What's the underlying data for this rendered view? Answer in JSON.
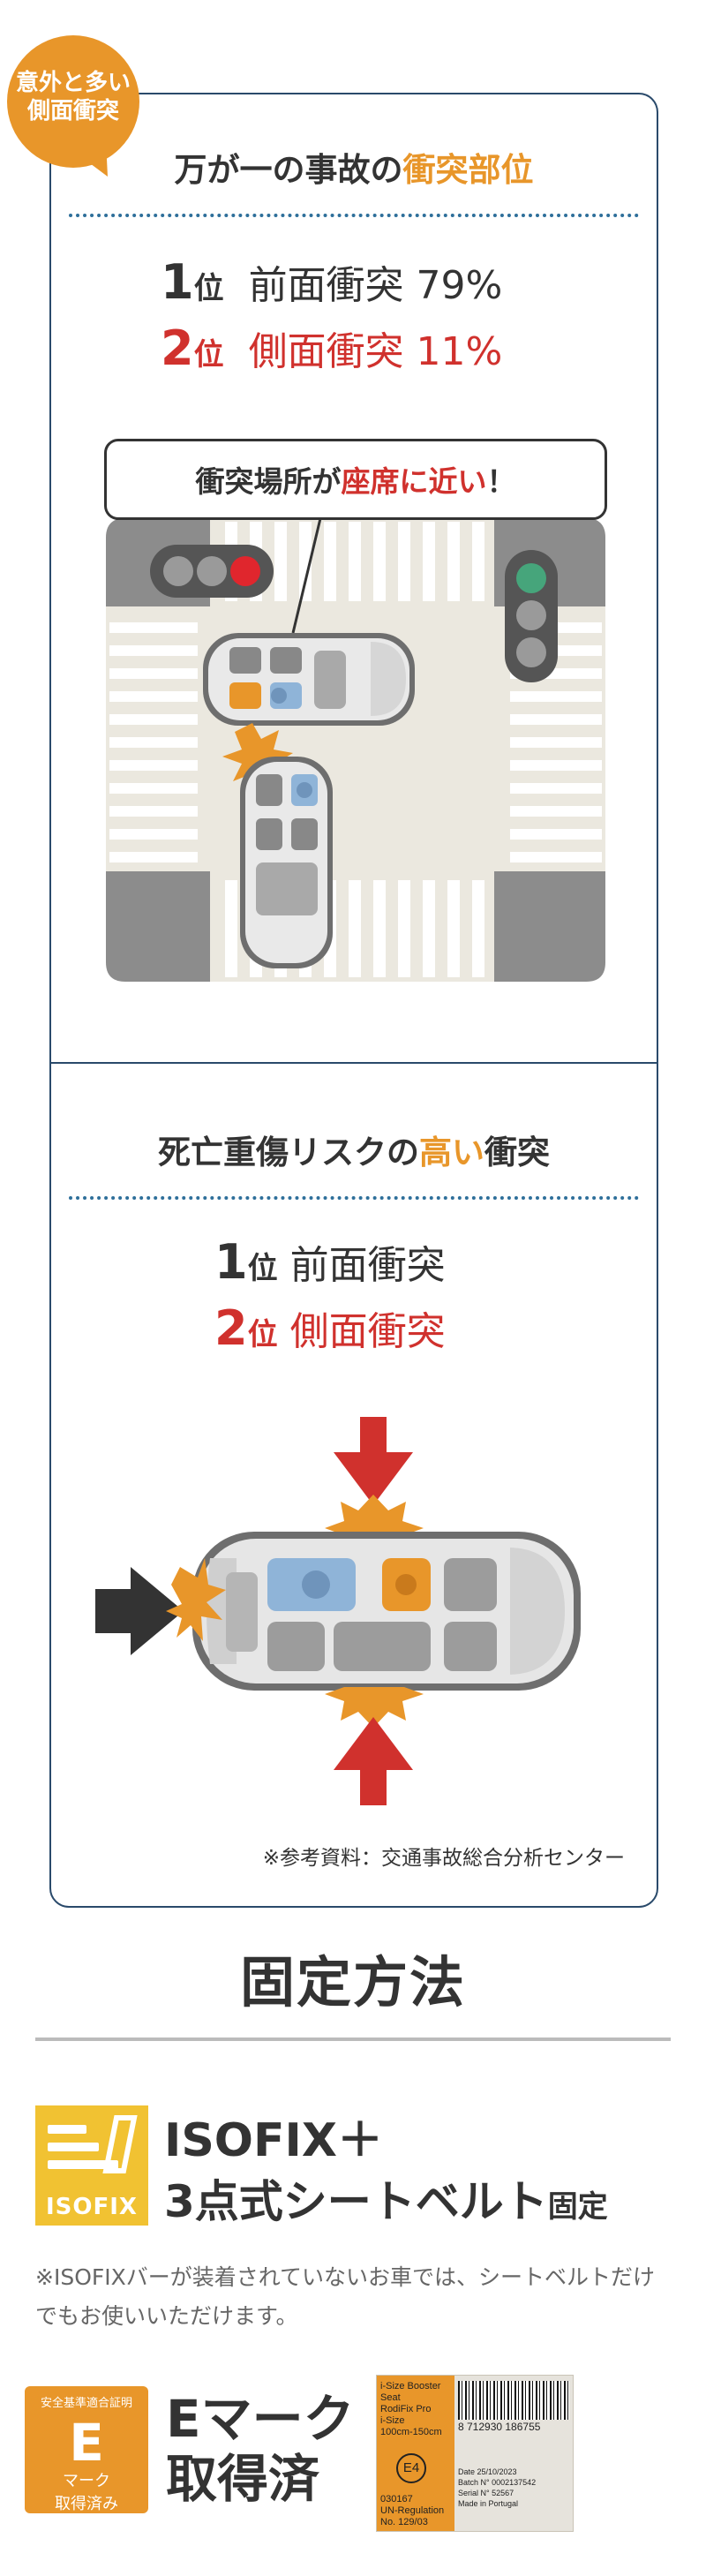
{
  "badge": {
    "line1": "意外と多い",
    "line2": "側面衝突"
  },
  "section1": {
    "title_pre": "万が一の事故の",
    "title_hl": "衝突部位",
    "rank1": {
      "num": "1",
      "unit": "位",
      "label": "前面衝突 79%"
    },
    "rank2": {
      "num": "2",
      "unit": "位",
      "label": "側面衝突 11%"
    },
    "callout_pre": "衝突場所が",
    "callout_hl": "座席に近い",
    "callout_post": "！"
  },
  "section2": {
    "title_pre": "死亡重傷リスクの",
    "title_hl": "高い",
    "title_post": "衝突",
    "rank1": {
      "num": "1",
      "unit": "位",
      "label": "前面衝突"
    },
    "rank2": {
      "num": "2",
      "unit": "位",
      "label": "側面衝突"
    },
    "source_note": "※参考資料：交通事故総合分析センター"
  },
  "fixing": {
    "title": "固定方法",
    "icon_label": "ISOFIX",
    "line1": "ISOFIX＋",
    "line2_main": "3点式シートベルト",
    "line2_small": "固定",
    "note": "※ISOFIXバーが装着されていないお車では、シートベルトだけでもお使いいただけます。"
  },
  "emark": {
    "badge_top": "安全基準適合証明",
    "badge_letter": "E",
    "badge_bottom1": "マーク",
    "badge_bottom2": "取得済み",
    "text_line1": "Eマーク",
    "text_line2": "取得済",
    "label": {
      "l1": "i-Size Booster",
      "l2": "Seat",
      "l3": "RodiFix Pro",
      "l4": "i-Size",
      "l5": "100cm-150cm",
      "barcode_num": "8 712930 186755",
      "ece": "E4",
      "approval1": "030167",
      "approval2": "UN-Regulation",
      "approval3": "No. 129/03",
      "date": "Date  25/10/2023",
      "batch": "Batch N°  0002137542",
      "serial": "Serial N°  52567",
      "made": "Made in  Portugal"
    }
  },
  "colors": {
    "accent": "#e8962a",
    "red": "#d0312d",
    "navy": "#2a4a6b",
    "dots": "#2e6f9a",
    "isofix_yellow": "#f1c232"
  }
}
